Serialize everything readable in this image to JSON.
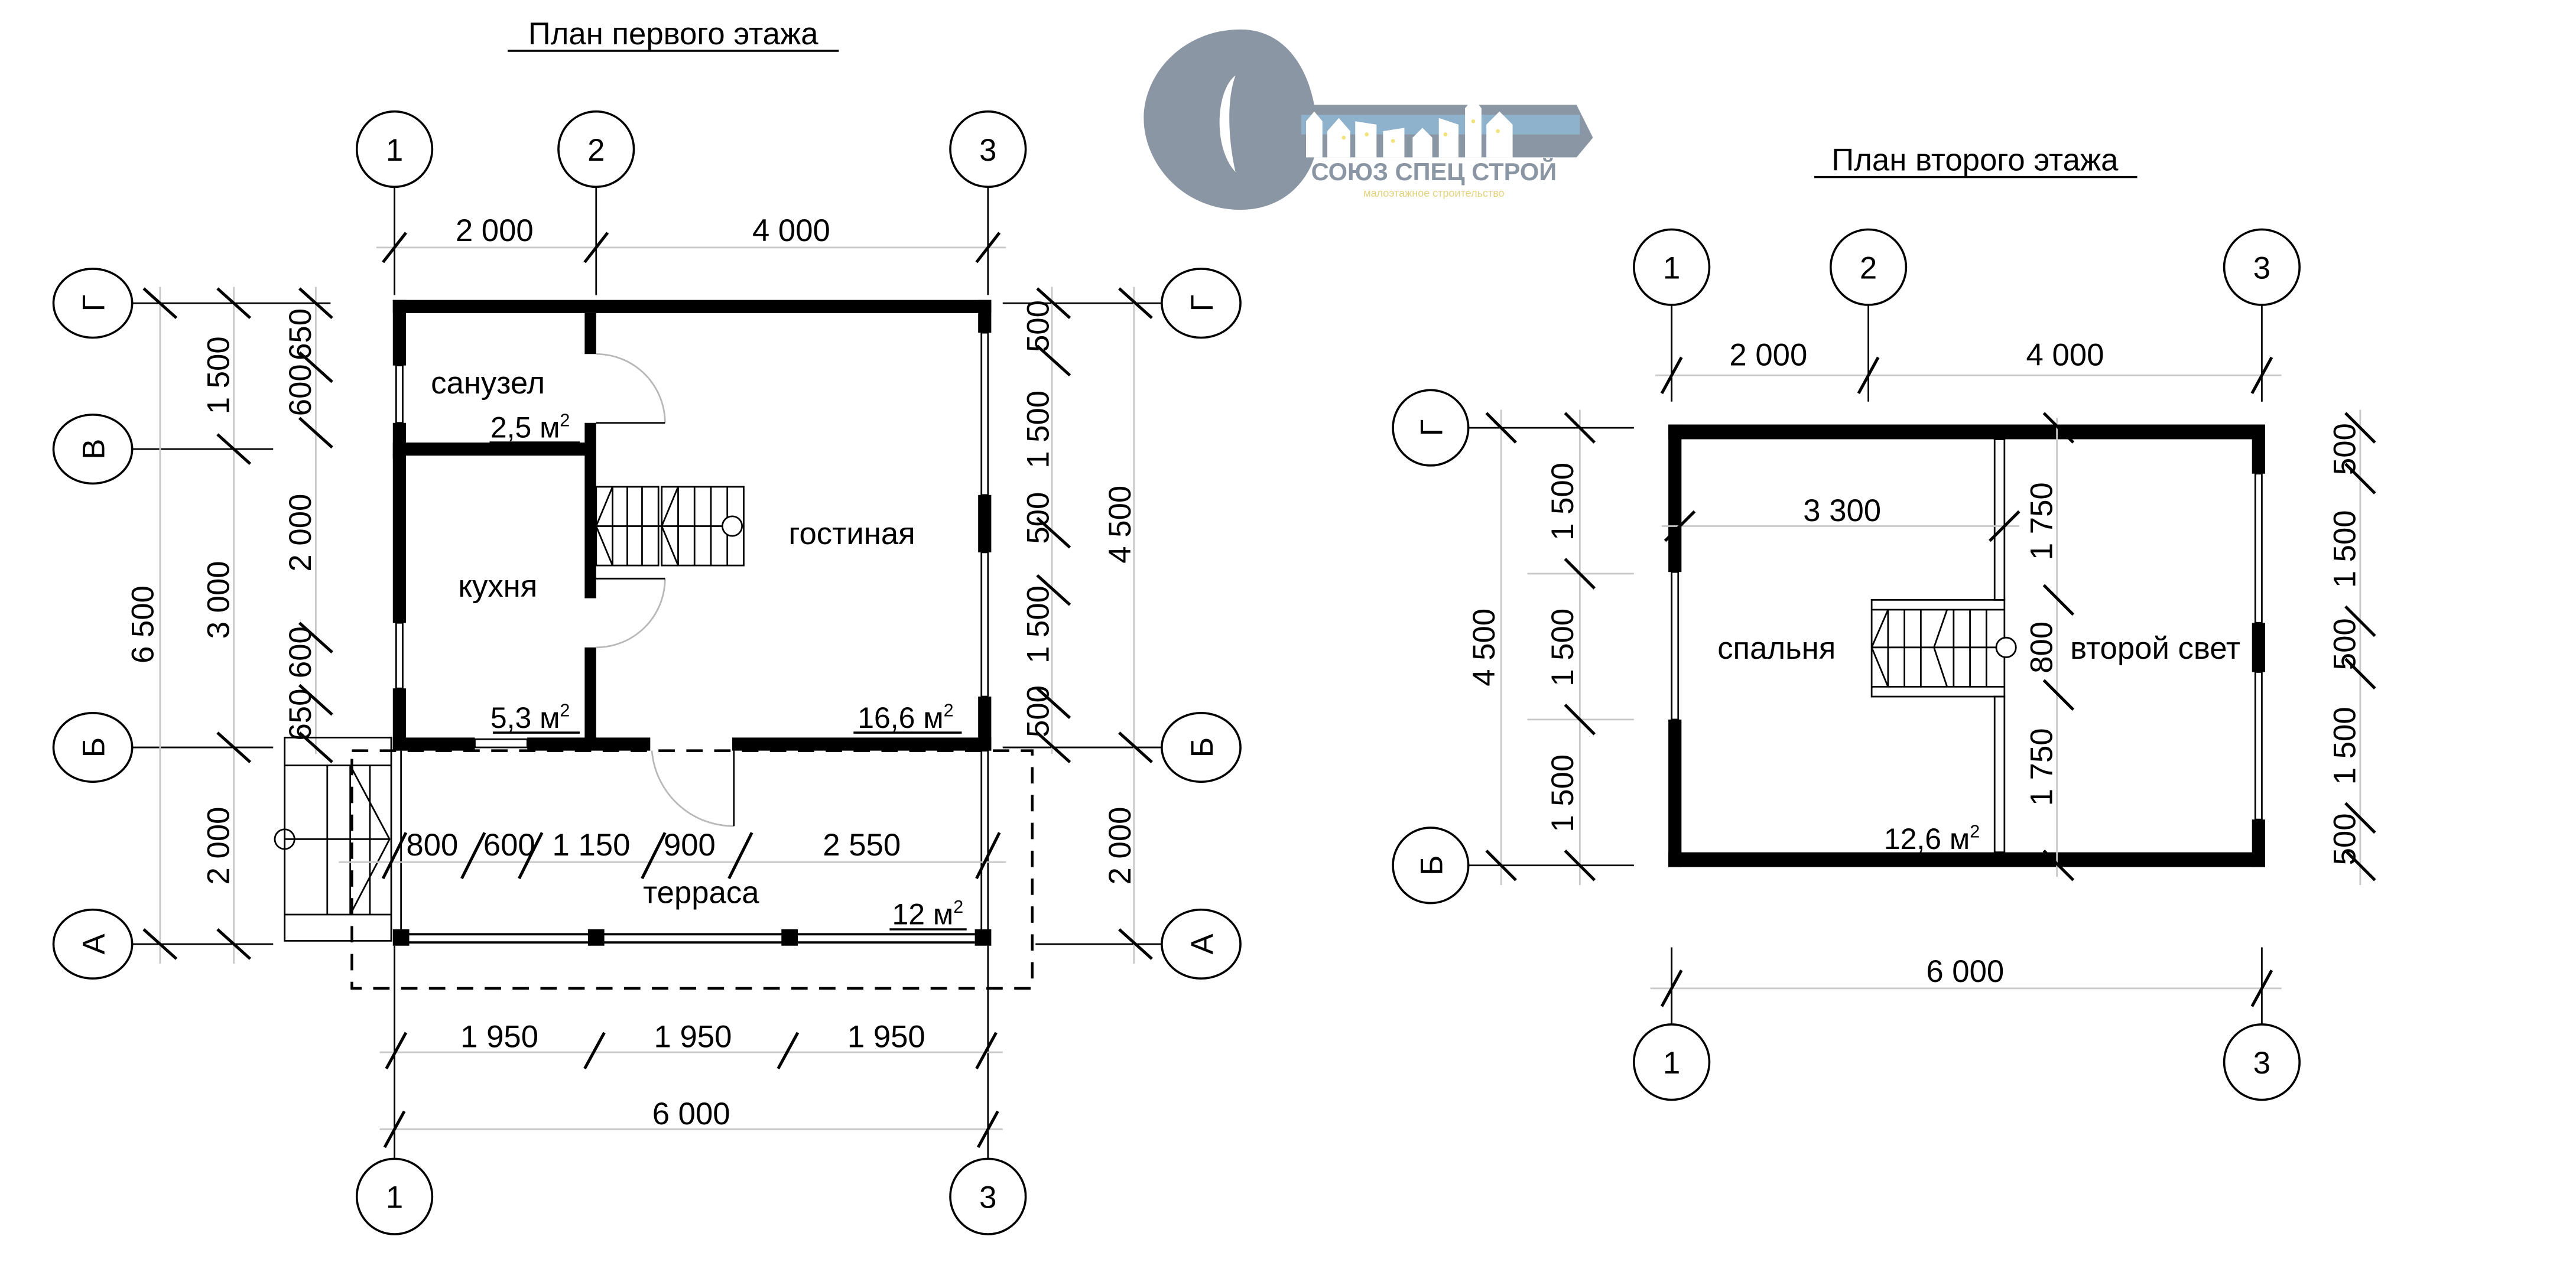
{
  "logo": {
    "company": "СОЮЗ СПЕЦ СТРОЙ",
    "tagline": "малоэтажное строительство",
    "colors": {
      "key": "#8a96a3",
      "sky": "#8fb2cc",
      "windows": "#f2e27a",
      "tagline": "#e8d98a"
    }
  },
  "floor1": {
    "title": "План первого этажа",
    "axes_top": [
      "1",
      "2",
      "3"
    ],
    "axes_bottom": [
      "1",
      "3"
    ],
    "axes_left": [
      "Г",
      "В",
      "Б",
      "А"
    ],
    "axes_right": [
      "Г",
      "Б",
      "А"
    ],
    "dims_top": [
      "2 000",
      "4 000"
    ],
    "dims_left_outer": "6 500",
    "dims_left_mid": [
      "1 500",
      "3 000",
      "2 000"
    ],
    "dims_left_inner": [
      "650",
      "600",
      "2 000",
      "600",
      "650"
    ],
    "dims_right_inner": [
      "500",
      "1 500",
      "500",
      "1 500",
      "500"
    ],
    "dims_right_outer": [
      "4 500",
      "2 000"
    ],
    "dims_terrace": [
      "800",
      "600",
      "1 150",
      "900",
      "2 550"
    ],
    "dims_bottom_inner": [
      "1 950",
      "1 950",
      "1 950"
    ],
    "dims_bottom_outer": "6 000",
    "rooms": [
      {
        "name": "санузел",
        "area": "2,5 м",
        "unit_sup": "2"
      },
      {
        "name": "кухня",
        "area": "5,3 м",
        "unit_sup": "2"
      },
      {
        "name": "гостиная",
        "area": "16,6 м",
        "unit_sup": "2"
      },
      {
        "name": "терраса",
        "area": "12 м",
        "unit_sup": "2"
      }
    ]
  },
  "floor2": {
    "title": "План второго этажа",
    "axes_top": [
      "1",
      "2",
      "3"
    ],
    "axes_bottom": [
      "1",
      "3"
    ],
    "axes_left": [
      "Г",
      "Б"
    ],
    "dims_top": [
      "2 000",
      "4 000"
    ],
    "dims_left_outer": "4 500",
    "dims_left_inner": [
      "1 500",
      "1 500",
      "1 500"
    ],
    "dims_internal_horizontal": "3 300",
    "dims_internal_vertical": [
      "1 750",
      "800",
      "1 750"
    ],
    "dims_right": [
      "500",
      "1 500",
      "500",
      "1 500",
      "500"
    ],
    "dims_bottom": "6 000",
    "rooms": [
      {
        "name": "спальня",
        "area": "12,6 м",
        "unit_sup": "2"
      },
      {
        "name": "второй свет"
      }
    ]
  }
}
